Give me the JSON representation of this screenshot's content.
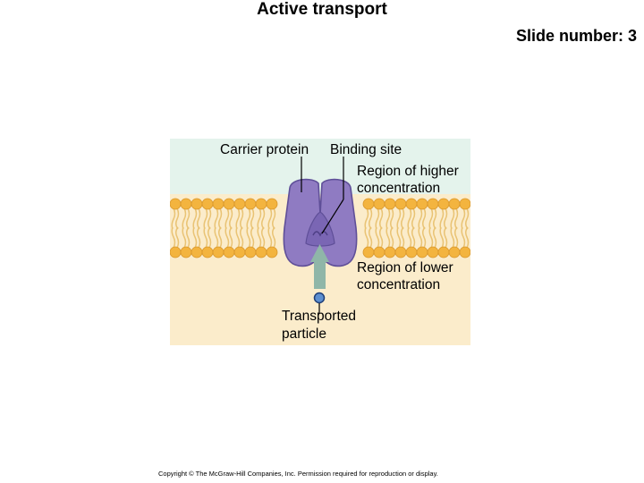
{
  "slide": {
    "title": "Active transport",
    "number_label": "Slide number: 3"
  },
  "diagram": {
    "labels": {
      "carrier_protein": "Carrier protein",
      "binding_site": "Binding site",
      "higher_region_line1": "Region of higher",
      "higher_region_line2": "concentration",
      "lower_region_line1": "Region of lower",
      "lower_region_line2": "concentration",
      "particle_line1": "Transported",
      "particle_line2": "particle"
    },
    "colors": {
      "outside_region": "#e4f3ec",
      "inside_region": "#fbeccb",
      "phospholipid_head": "#f3b43f",
      "phospholipid_tail": "#e9c374",
      "carrier_protein": "#8f7bc2",
      "protein_outline": "#5f4f98",
      "arrow": "#8fb6a8",
      "particle": "#5d8fd0"
    }
  },
  "footer": {
    "copyright": "Copyright © The McGraw-Hill Companies, Inc. Permission required for reproduction or display."
  }
}
